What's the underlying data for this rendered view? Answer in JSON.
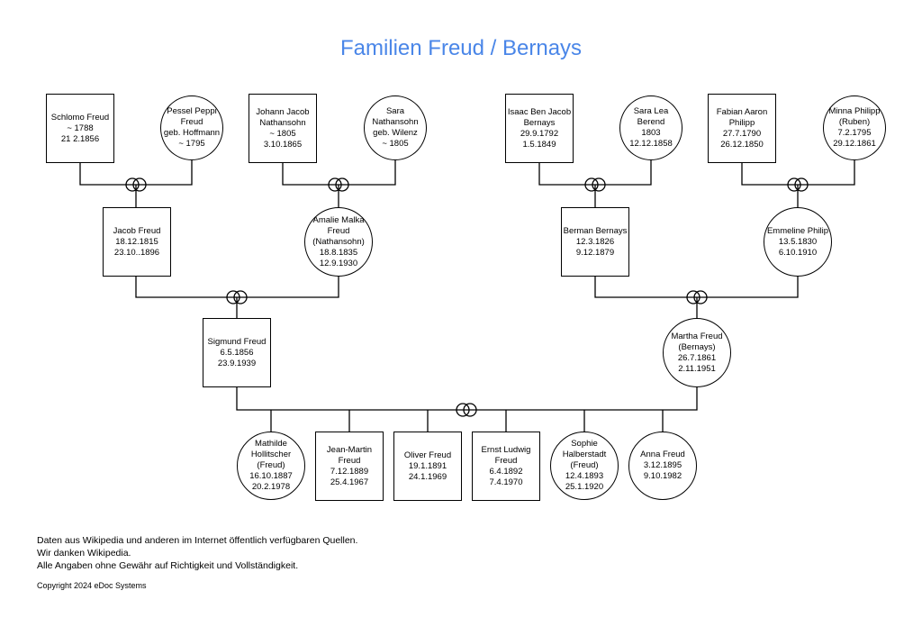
{
  "title": "Familien Freud / Bernays",
  "people": {
    "schlomo": "Schlomo Freud\n~ 1788\n21 2.1856",
    "pessel": "Pessel Peppi\nFreud\ngeb. Hoffmann\n~ 1795",
    "johann": "Johann Jacob\nNathansohn\n~ 1805\n3.10.1865",
    "sara": "Sara\nNathansohn\ngeb. Wilenz\n~ 1805",
    "isaac": "Isaac Ben Jacob\nBernays\n29.9.1792\n1.5.1849",
    "saralea": "Sara Lea Berend\n1803\n12.12.1858",
    "fabian": "Fabian Aaron\nPhilipp\n27.7.1790\n26.12.1850",
    "minna": "Minna Philipp\n(Ruben)\n7.2.1795\n29.12.1861",
    "jacob": "Jacob Freud\n18.12.1815\n23.10..1896",
    "amalie": "Amalie Malka\nFreud\n(Nathansohn)\n18.8.1835\n12.9.1930",
    "berman": "Berman Bernays\n12.3.1826\n9.12.1879",
    "emmeline": "Emmeline Philip\n13.5.1830\n6.10.1910",
    "sigmund": "Sigmund Freud\n6.5.1856\n23.9.1939",
    "martha": "Martha Freud\n(Bernays)\n26.7.1861\n2.11.1951",
    "mathilde": "Mathilde\nHollitscher\n(Freud)\n16.10.1887\n20.2.1978",
    "jeanmartin": "Jean-Martin\nFreud\n7.12.1889\n25.4.1967",
    "oliver": "Oliver Freud\n19.1.1891\n24.1.1969",
    "ernst": "Ernst Ludwig\nFreud\n6.4.1892\n7.4.1970",
    "sophie": "Sophie\nHalberstadt\n(Freud)\n12.4.1893\n25.1.1920",
    "anna": "Anna Freud\n3.12.1895\n9.10.1982"
  },
  "footer": {
    "line1": "Daten aus Wikipedia und anderen im Internet öffentlich verfügbaren Quellen.",
    "line2": "Wir danken Wikipedia.",
    "line3": "Alle Angaben ohne Gewähr auf Richtigkeit und Vollständigkeit.",
    "copyright": "Copyright  2024 eDoc Systems"
  },
  "colors": {
    "title": "#4a86e8",
    "line": "#000000"
  }
}
